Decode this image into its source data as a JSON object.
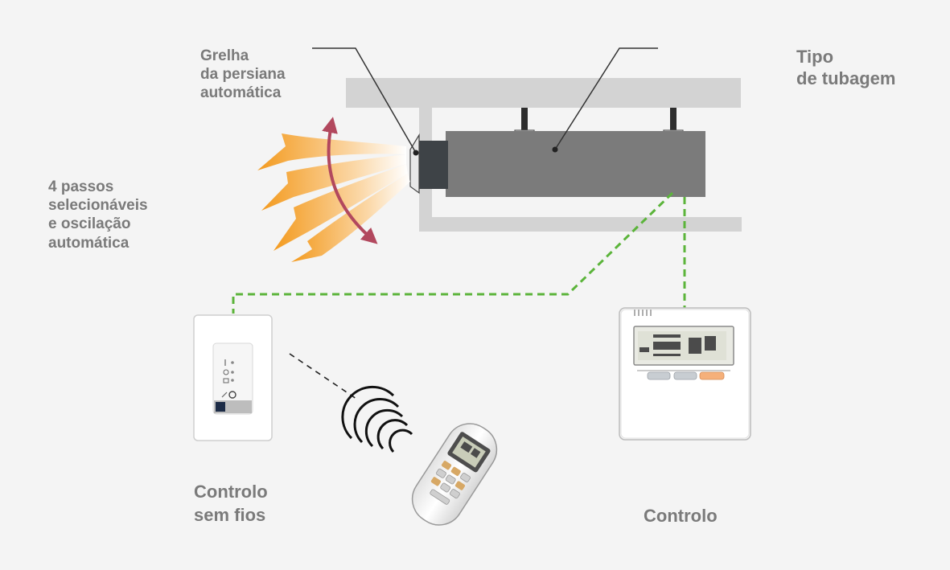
{
  "labels": {
    "grille": [
      "Grelha",
      "da persiana",
      "automática"
    ],
    "piping": [
      "Tipo",
      "de tubagem"
    ],
    "steps": [
      "4 passos",
      "selecionáveis",
      "e oscilação",
      "automática"
    ],
    "wireless_remote": [
      "Controlo",
      "sem fios"
    ],
    "wired_remote": "Controlo"
  },
  "colors": {
    "background": "#f4f4f4",
    "unit_body": "#7b7b7b",
    "frame": "#d3d3d3",
    "airflow": "#f39a1e",
    "swing_arrow": "#b2485e",
    "wire": "#5bb43a",
    "label": "#7a7a7a"
  },
  "icons": {
    "swing": "curved-double-arrow-icon",
    "signal": "signal-waves-icon"
  }
}
